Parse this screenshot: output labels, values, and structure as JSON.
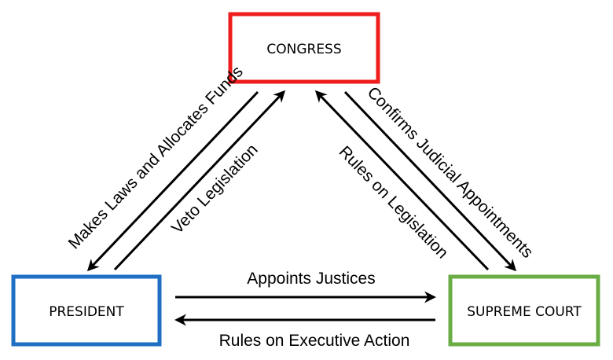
{
  "nodes": {
    "congress": {
      "label": "CONGRESS",
      "border_color": "#ee1c1c"
    },
    "president": {
      "label": "PRESIDENT",
      "border_color": "#1f6fc5"
    },
    "supreme_court": {
      "label": "SUPREME COURT",
      "border_color": "#6aad45"
    }
  },
  "edges": {
    "makes_laws": {
      "label": "Makes Laws and Allocates Funds",
      "from": "CONGRESS",
      "to": "PRESIDENT"
    },
    "veto": {
      "label": "Veto Legislation",
      "from": "PRESIDENT",
      "to": "CONGRESS"
    },
    "confirms": {
      "label": "Confirms Judicial Appointments",
      "from": "CONGRESS",
      "to": "SUPREME COURT"
    },
    "rules_legislation": {
      "label": "Rules on Legislation",
      "from": "SUPREME COURT",
      "to": "CONGRESS"
    },
    "appoints": {
      "label": "Appoints Justices",
      "from": "PRESIDENT",
      "to": "SUPREME COURT"
    },
    "rules_executive": {
      "label": "Rules on Executive Action",
      "from": "SUPREME COURT",
      "to": "PRESIDENT"
    }
  },
  "colors": {
    "arrow": "#000000",
    "background": "#ffffff"
  }
}
